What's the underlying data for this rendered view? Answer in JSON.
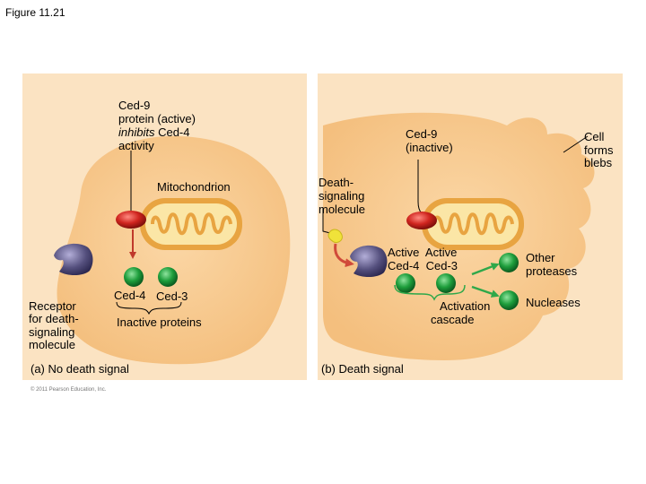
{
  "figure_title": "Figure 11.21",
  "panel_a": {
    "ced9_active_label": [
      "Ced-9",
      "protein (active)"
    ],
    "inhibit_word": "inhibits",
    "inhibit_rest": " Ced-4",
    "activity_word": "activity",
    "mitochondrion_label": "Mitochondrion",
    "ced4_label": "Ced-4",
    "ced3_label": "Ced-3",
    "inactive_proteins_label": "Inactive proteins",
    "receptor_label": [
      "Receptor",
      "for death-",
      "signaling",
      "molecule"
    ],
    "caption": "(a) No death signal"
  },
  "panel_b": {
    "ced9_inactive_label": [
      "Ced-9",
      "(inactive)"
    ],
    "cell_blebs_label": [
      "Cell",
      "forms",
      "blebs"
    ],
    "death_signal_label": [
      "Death-",
      "signaling",
      "molecule"
    ],
    "active_label": "Active  Active",
    "ced4_ced3_label": "Ced-4  Ced-3",
    "activation_cascade_label": [
      "Activation",
      "cascade"
    ],
    "other_proteases_label": [
      "Other",
      "proteases"
    ],
    "nucleases_label": "Nucleases",
    "caption": "(b) Death signal"
  },
  "copyright": "© 2011 Pearson Education, Inc.",
  "colors": {
    "panel_bg": "#fbe3c2",
    "cell_fill": "#f7c98e",
    "mito_outer": "#e8a441",
    "mito_inner": "#fbe6a6",
    "ced9": "#d0251f",
    "green": "#1e9e3c",
    "receptor": "#55507e",
    "signal": "#f0e23a",
    "arrow": "#c0392b"
  }
}
